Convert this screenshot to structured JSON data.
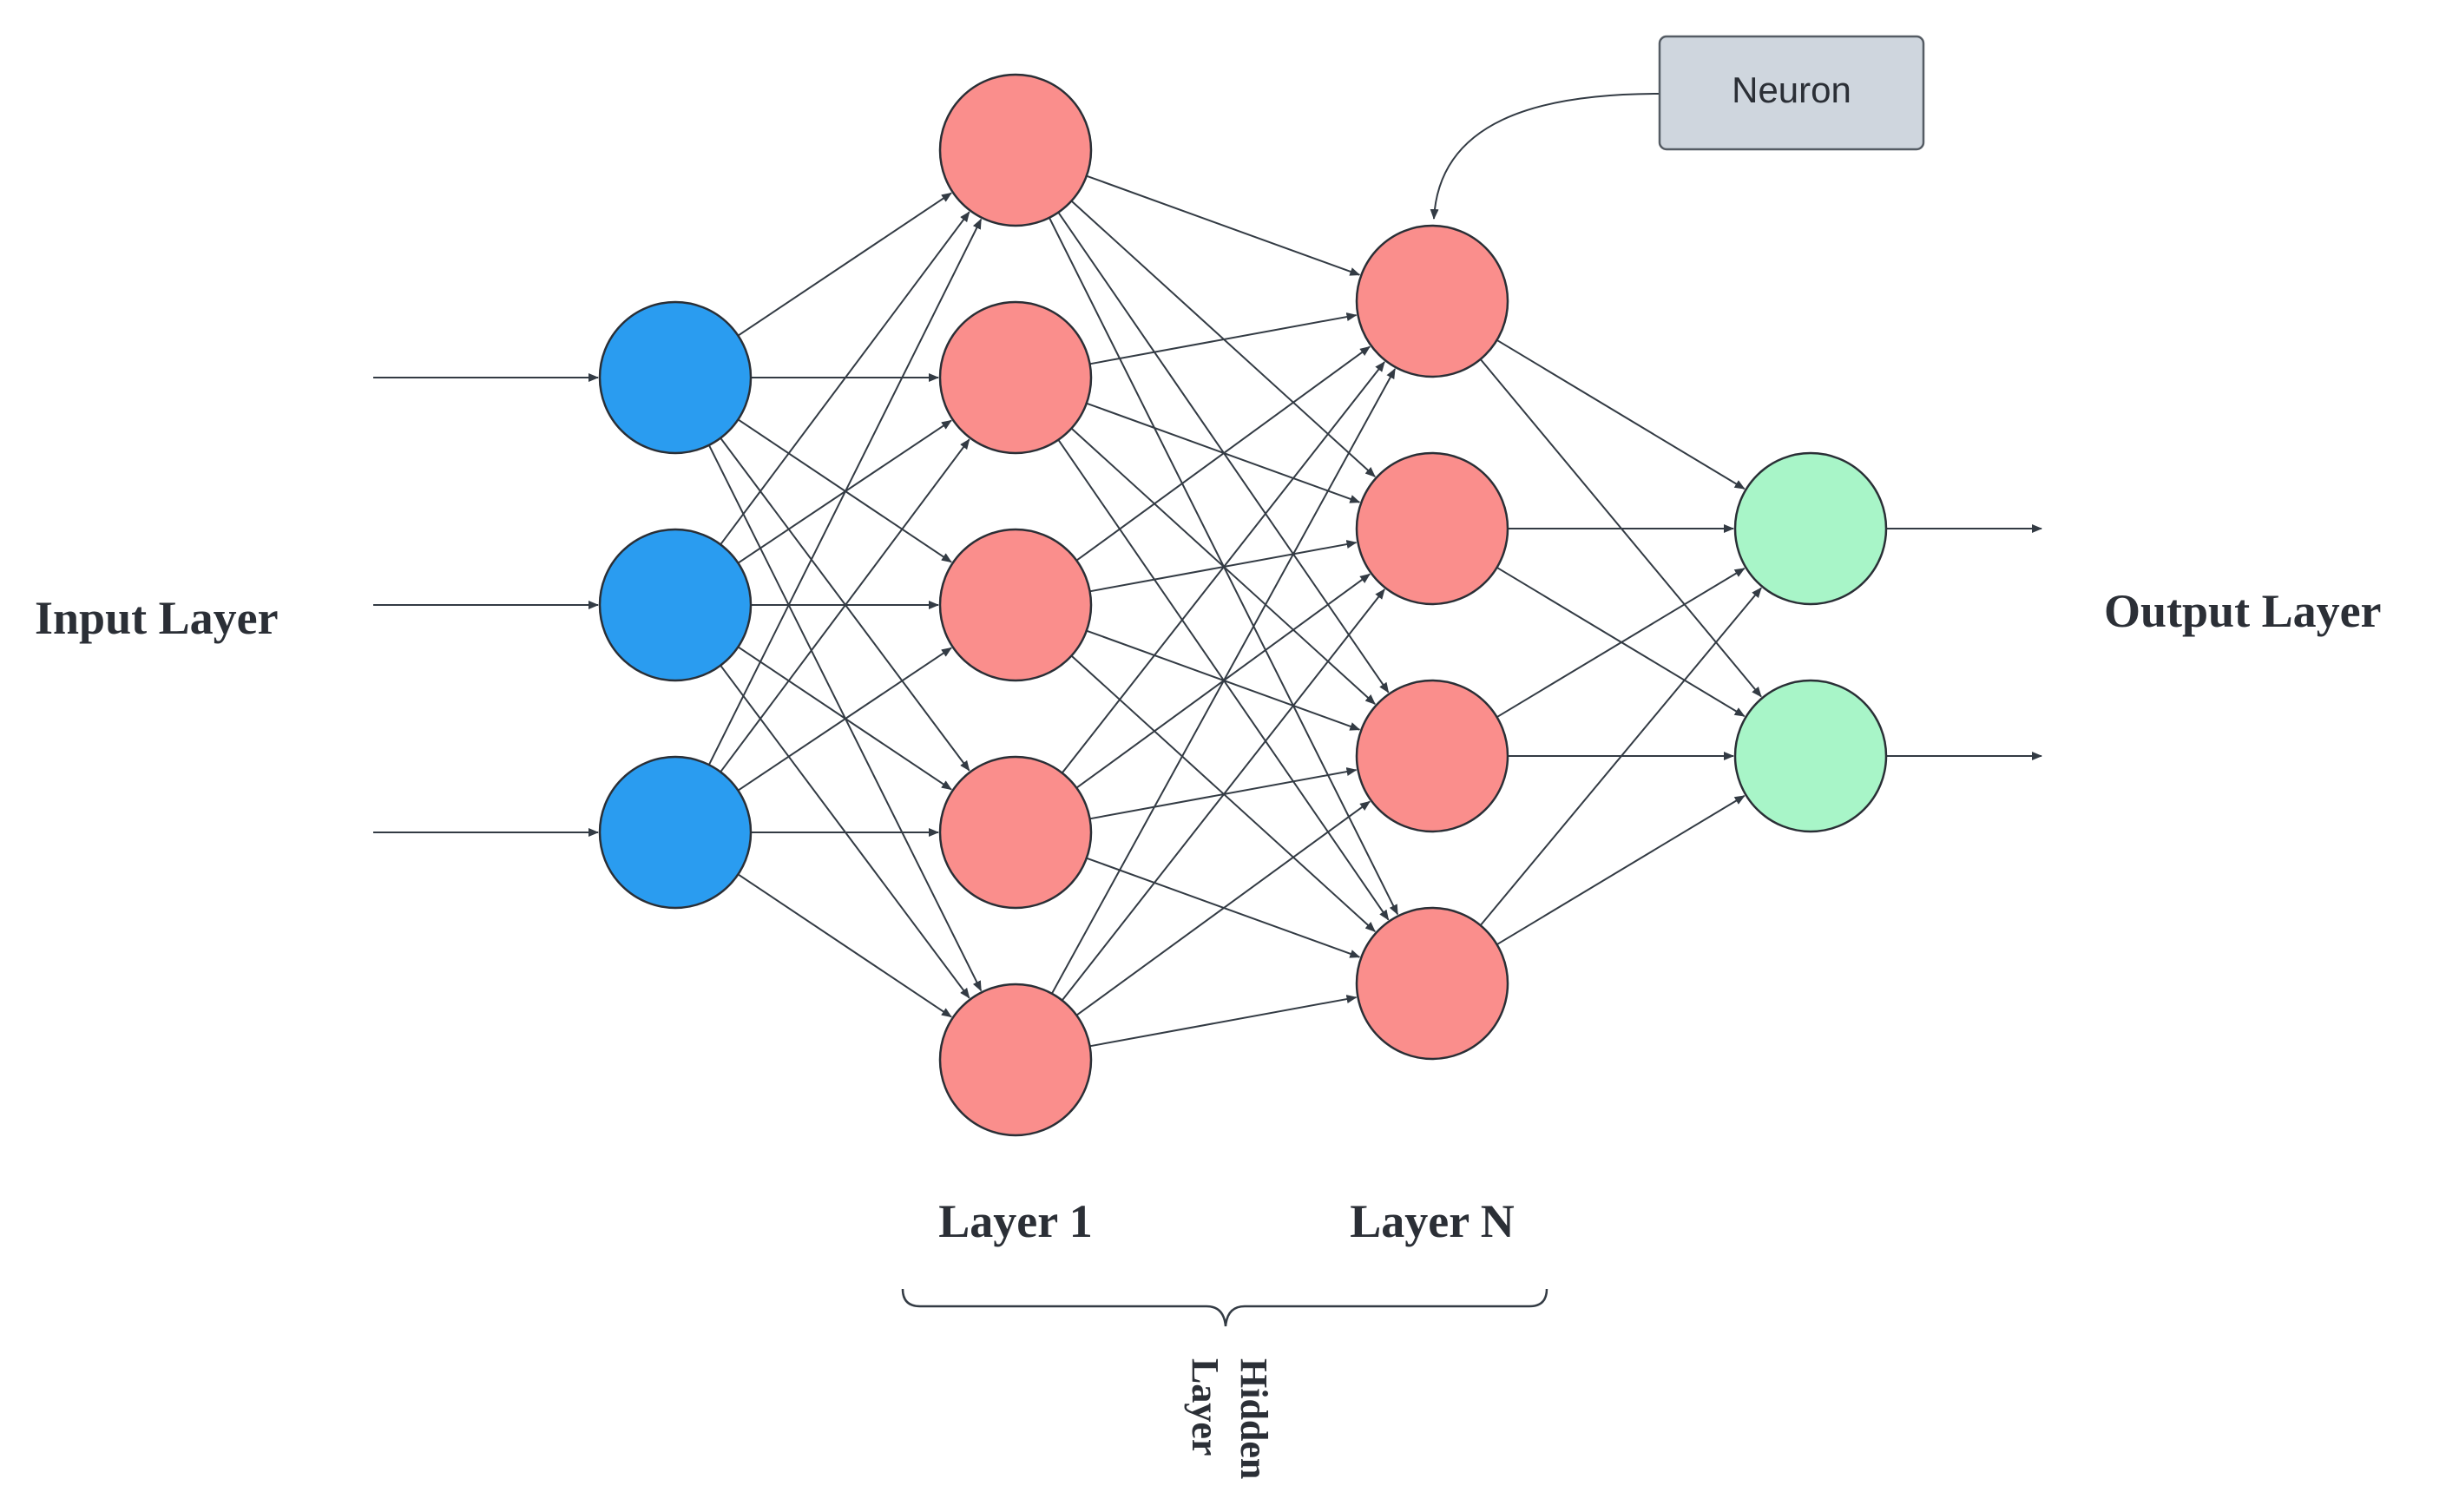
{
  "labels": {
    "input_layer": "Input Layer",
    "output_layer": "Output Layer",
    "hidden_layer_1": "Layer 1",
    "hidden_layer_n": "Layer N",
    "hidden_layer_group_line1": "Hidden",
    "hidden_layer_group_line2": "Layer",
    "neuron_callout": "Neuron"
  },
  "layers": [
    {
      "id": "input",
      "neurons": 3,
      "color": "#2a9cf0"
    },
    {
      "id": "hidden-1",
      "neurons": 5,
      "color": "#fa8e8c"
    },
    {
      "id": "hidden-n",
      "neurons": 4,
      "color": "#fa8e8c"
    },
    {
      "id": "output",
      "neurons": 2,
      "color": "#a8f5c8"
    }
  ],
  "colors": {
    "connection": "#333b44",
    "callout_fill": "#cfd6de",
    "text": "#2b2f36"
  }
}
